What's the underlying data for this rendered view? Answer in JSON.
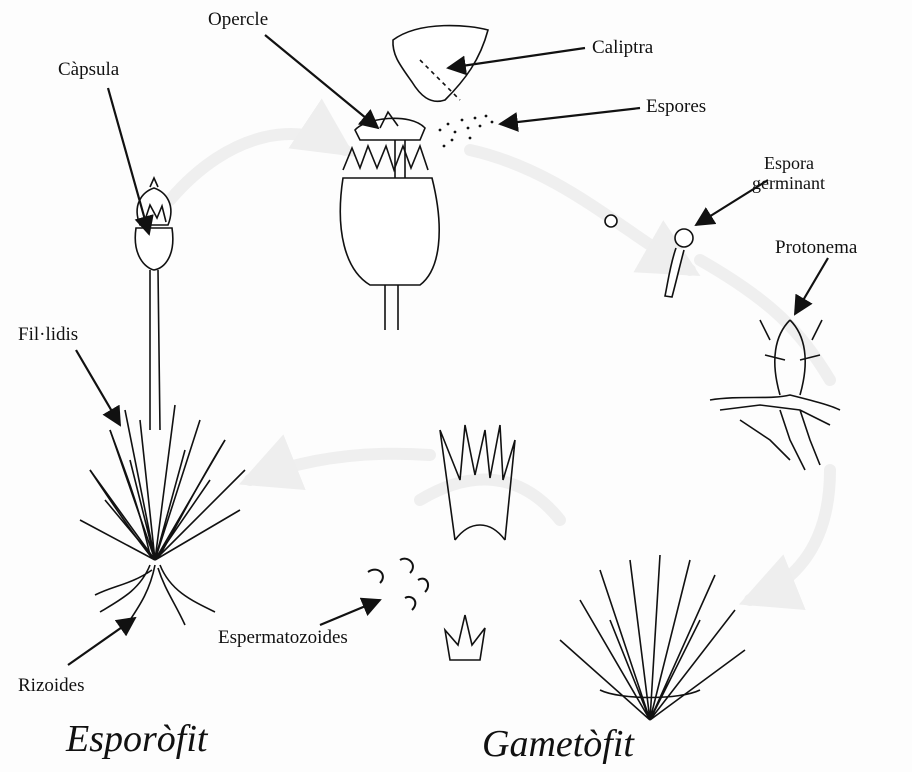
{
  "labels": {
    "opercle": "Opercle",
    "caliptra": "Caliptra",
    "capsula": "Càpsula",
    "espores": "Espores",
    "espora_germinant_1": "Espora",
    "espora_germinant_2": "germinant",
    "protonema": "Protonema",
    "fillidis": "Fil·lidis",
    "espermatozoides": "Espermatozoides",
    "rizoides": "Rizoides"
  },
  "phases": {
    "esporofit": "Esporòfit",
    "gametofit": "Gametòfit"
  },
  "colors": {
    "ink": "#111111",
    "cycle_arrow": "#f2f2f2"
  }
}
